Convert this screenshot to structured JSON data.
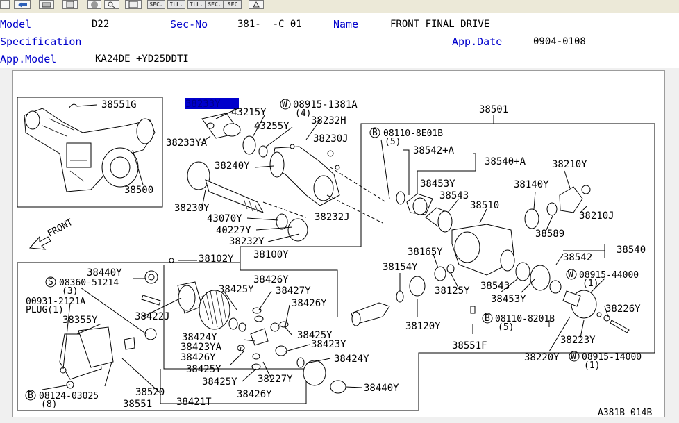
{
  "toolbar": {
    "text_buttons": [
      "SEC.",
      "ILL.",
      "ILL.",
      "SEC.",
      "SEC"
    ]
  },
  "info": {
    "model_label": "Model",
    "model_value": "D22",
    "secno_label": "Sec-No",
    "secno_value": "381-  -C 01",
    "name_label": "Name",
    "name_value": "FRONT FINAL DRIVE",
    "spec_label": "Specification",
    "appdate_label": "App.Date",
    "appdate_value": "0904-0108",
    "appmodel_label": "App.Model",
    "appmodel_value": "KA24DE +YD25DDTI"
  },
  "diagram": {
    "selected_part": "38233Y",
    "front_label": "FRONT",
    "figure_code": "A381B 014B",
    "parts": {
      "p38551G": "38551G",
      "p38500": "38500",
      "p43215Y": "43215Y",
      "p08915_1381A": "08915-1381A",
      "p08915_1381A_qty": "(4)",
      "p43255Y": "43255Y",
      "p38232H": "38232H",
      "p38233YA": "38233YA",
      "p38230J": "38230J",
      "p38240Y": "38240Y",
      "p38230Y": "38230Y",
      "p43070Y": "43070Y",
      "p40227Y": "40227Y",
      "p38232Y": "38232Y",
      "p38232J": "38232J",
      "p38501": "38501",
      "p08110_8E01B": "08110-8E01B",
      "p08110_8E01B_qty": "(5)",
      "p38542A": "38542+A",
      "p38540A": "38540+A",
      "p38210Y": "38210Y",
      "p38453Y_top": "38453Y",
      "p38543_top": "38543",
      "p38140Y": "38140Y",
      "p38510": "38510",
      "p38210J": "38210J",
      "p38589": "38589",
      "p38100Y": "38100Y",
      "p38102Y": "38102Y",
      "p38440Y_top": "38440Y",
      "p08360_51214": "08360-51214",
      "p08360_51214_qty": "(3)",
      "p38426Y_a": "38426Y",
      "p38425Y_a": "38425Y",
      "p38427Y": "38427Y",
      "p00931_2121A": "00931-2121A",
      "p_plug": "PLUG(1)",
      "p38426Y_b": "38426Y",
      "p38422J": "38422J",
      "p38355Y": "38355Y",
      "p38424Y_a": "38424Y",
      "p38423YA": "38423YA",
      "p38426Y_c": "38426Y",
      "p38425Y_b": "38425Y",
      "p38425Y_c": "38425Y",
      "p38425Y_d": "38425Y",
      "p38423Y": "38423Y",
      "p38424Y_b": "38424Y",
      "p38227Y": "38227Y",
      "p38426Y_d": "38426Y",
      "p38440Y_bot": "38440Y",
      "p38520": "38520",
      "p38551": "38551",
      "p38421T": "38421T",
      "p08124_03025": "08124-03025",
      "p08124_03025_qty": "(8)",
      "p38165Y": "38165Y",
      "p38154Y": "38154Y",
      "p38125Y": "38125Y",
      "p38120Y": "38120Y",
      "p38551F": "38551F",
      "p38542": "38542",
      "p38540": "38540",
      "p38543_bot": "38543",
      "p38453Y_bot": "38453Y",
      "p08915_44000": "08915-44000",
      "p08915_44000_qty": "(1)",
      "p38226Y": "38226Y",
      "p08110_8201B": "08110-8201B",
      "p08110_8201B_qty": "(5)",
      "p38223Y": "38223Y",
      "p38220Y": "38220Y",
      "p08915_14000": "08915-14000",
      "p08915_14000_qty": "(1)",
      "circle_W": "W",
      "circle_B": "B",
      "circle_S": "S"
    }
  }
}
